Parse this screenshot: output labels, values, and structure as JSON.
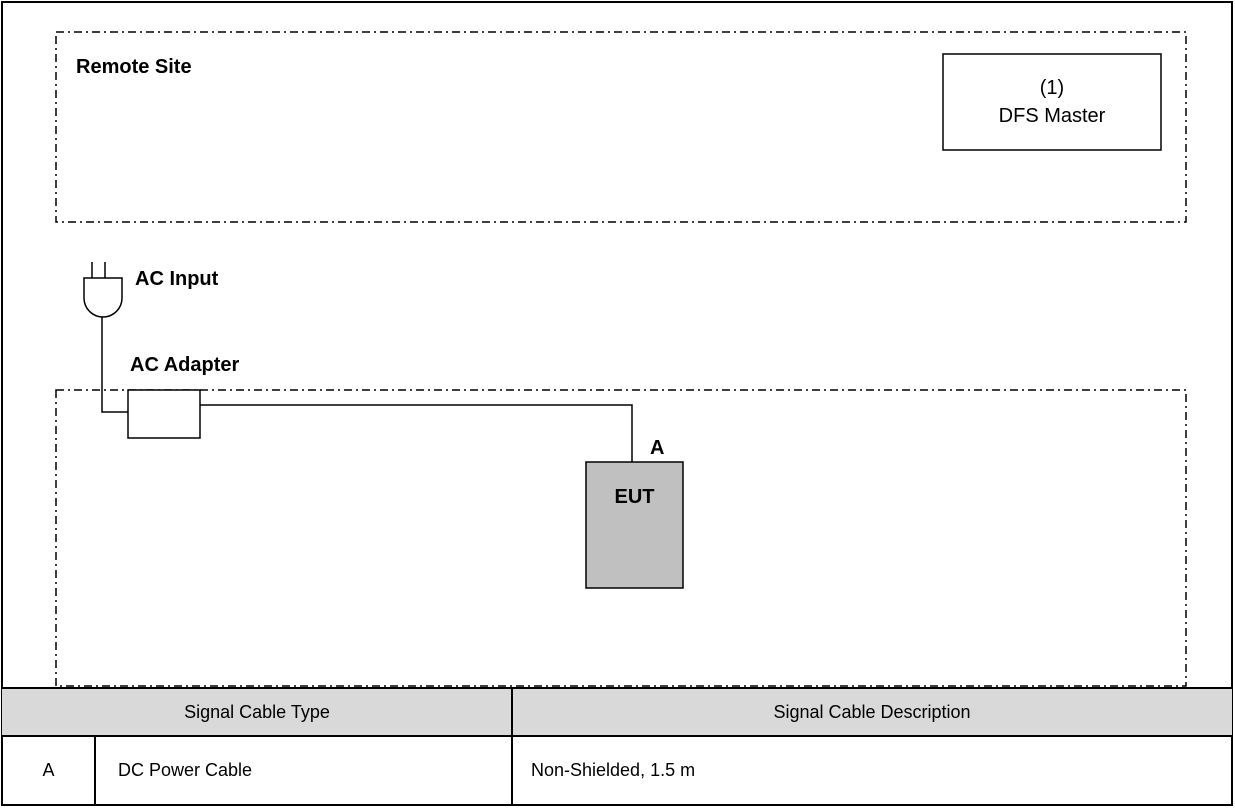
{
  "diagram": {
    "remote_site_label": "Remote Site",
    "dfs_master": {
      "number": "(1)",
      "name": "DFS Master"
    },
    "ac_input_label": "AC Input",
    "ac_adapter_label": "AC Adapter",
    "cable_marker": "A",
    "eut_label": "EUT"
  },
  "cable_table": {
    "headers": [
      "Signal Cable Type",
      "Signal Cable Description"
    ],
    "rows": [
      {
        "id": "A",
        "type": "DC Power Cable",
        "description": "Non-Shielded, 1.5 m"
      }
    ]
  },
  "colors": {
    "eut_fill": "#c0c0c0",
    "header_fill": "#d9d9d9",
    "line": "#000000"
  }
}
